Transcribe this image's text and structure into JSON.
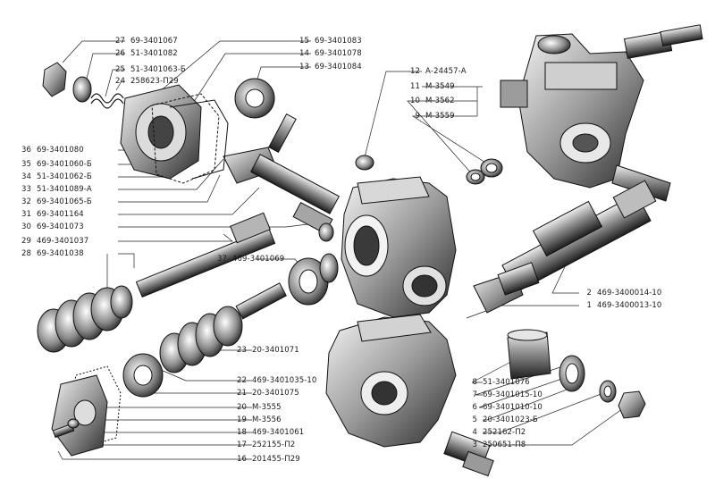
{
  "callouts": [
    {
      "n": "27",
      "code": "69-3401067"
    },
    {
      "n": "26",
      "code": "51-3401082"
    },
    {
      "n": "25",
      "code": "51-3401063-Б"
    },
    {
      "n": "24",
      "code": "258623-П29"
    },
    {
      "n": "15",
      "code": "69-3401083"
    },
    {
      "n": "14",
      "code": "69-3401078"
    },
    {
      "n": "13",
      "code": "69-3401084"
    },
    {
      "n": "12",
      "code": "А-24457-А"
    },
    {
      "n": "11",
      "code": "М-3549"
    },
    {
      "n": "10",
      "code": "М-3562"
    },
    {
      "n": "9",
      "code": "М-3559"
    },
    {
      "n": "36",
      "code": "69-3401080"
    },
    {
      "n": "35",
      "code": "69-3401060-Б"
    },
    {
      "n": "34",
      "code": "51-3401062-Б"
    },
    {
      "n": "33",
      "code": "51-3401089-А"
    },
    {
      "n": "32",
      "code": "69-3401065-Б"
    },
    {
      "n": "31",
      "code": "69-3401164"
    },
    {
      "n": "30",
      "code": "69-3401073"
    },
    {
      "n": "29",
      "code": "469-3401037"
    },
    {
      "n": "28",
      "code": "69-3401038"
    },
    {
      "n": "37",
      "code": "469-3401069"
    },
    {
      "n": "2",
      "code": "469-3400014-10"
    },
    {
      "n": "1",
      "code": "469-3400013-10"
    },
    {
      "n": "23",
      "code": "20-3401071"
    },
    {
      "n": "22",
      "code": "469-3401035-10"
    },
    {
      "n": "21",
      "code": "20-3401075"
    },
    {
      "n": "20",
      "code": "М-3555"
    },
    {
      "n": "19",
      "code": "М-3556"
    },
    {
      "n": "18",
      "code": "469-3401061"
    },
    {
      "n": "17",
      "code": "252155-П2"
    },
    {
      "n": "16",
      "code": "201455-П29"
    },
    {
      "n": "8",
      "code": "51-3401076"
    },
    {
      "n": "7",
      "code": "69-3401015-10"
    },
    {
      "n": "6",
      "code": "69-3401010-10"
    },
    {
      "n": "5",
      "code": "20-3401023-Б"
    },
    {
      "n": "4",
      "code": "252162-П2"
    },
    {
      "n": "3",
      "code": "250651-П8"
    }
  ]
}
